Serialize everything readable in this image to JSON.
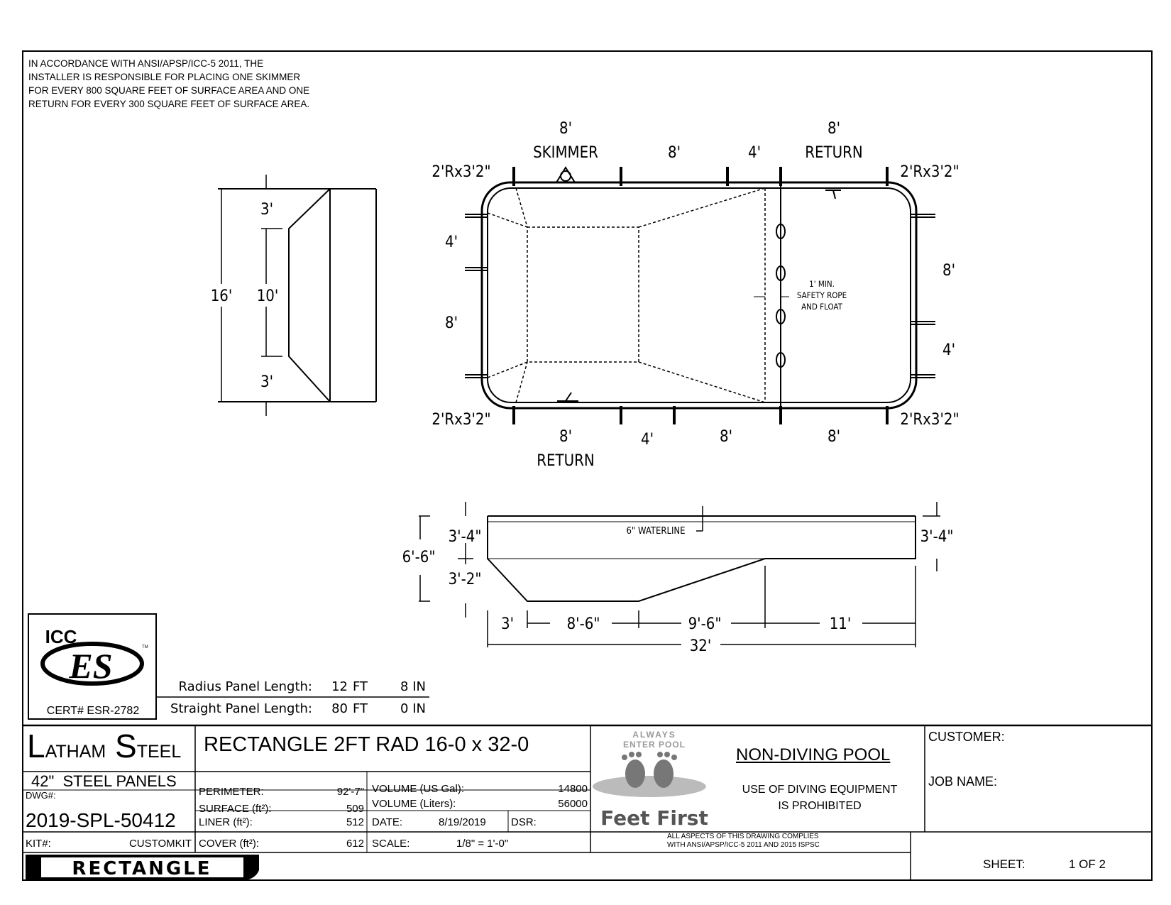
{
  "note": "IN ACCORDANCE WITH ANSI/APSP/ICC-5 2011, THE\nINSTALLER IS RESPONSIBLE FOR PLACING ONE SKIMMER\nFOR EVERY 800 SQUARE FEET OF SURFACE AREA AND ONE\nRETURN FOR EVERY 300 SQUARE FEET OF SURFACE AREA.",
  "width_view": {
    "total": "16'",
    "top": "3'",
    "middle": "10'",
    "bottom": "3'"
  },
  "plan_view": {
    "top_labels": [
      "8'",
      "SKIMMER",
      "8'",
      "4'",
      "8'",
      "RETURN"
    ],
    "bottom_labels": [
      "8'",
      "RETURN",
      "4'",
      "8'",
      "8'"
    ],
    "corner_radius": "2'Rx3'2\"",
    "left_labels": [
      "4'",
      "8'"
    ],
    "right_labels": [
      "8'",
      "4'"
    ],
    "rope_note": [
      "1' MIN.",
      "SAFETY ROPE",
      "AND FLOAT"
    ]
  },
  "profile_view": {
    "total_depth": "6'-6\"",
    "shallow_depth": "3'-4\"",
    "deep_extra": "3'-2\"",
    "right_depth": "3'-4\"",
    "waterline": "6\" WATERLINE",
    "segments": [
      "3'",
      "8'-6\"",
      "9'-6\"",
      "11'"
    ],
    "total_length": "32'"
  },
  "cert": {
    "logo_top": "ICC",
    "logo_main": "ES",
    "tm": "TM",
    "cert_no": "CERT# ESR-2782"
  },
  "panels": [
    {
      "label": "Radius Panel Length:",
      "ft": "12",
      "ft_unit": "FT",
      "in": "8 IN"
    },
    {
      "label": "Straight Panel Length:",
      "ft": "80",
      "ft_unit": "FT",
      "in": "0 IN"
    }
  ],
  "title_block": {
    "brand_l": "L",
    "brand_atham": "ATHAM",
    "brand_s": "S",
    "brand_teel": "TEEL",
    "title": "RECTANGLE 2FT RAD 16-0 x 32-0",
    "panels": "42\"  STEEL PANELS",
    "dwg_label": "DWG#:",
    "dwg_no": "2019-SPL-50412",
    "kit_label": "KIT#:",
    "kit_value": "CUSTOMKIT",
    "rect_badge": "RECTANGLE",
    "perimeter_label": "PERIMETER:",
    "perimeter": "92'-7\"",
    "surface_label": "SURFACE (ft²):",
    "surface": "509",
    "liner_label": "LINER (ft²):",
    "liner": "512",
    "cover_label": "COVER (ft²):",
    "cover": "612",
    "vol_gal_label": "VOLUME (US Gal):",
    "vol_gal": "14800",
    "vol_l_label": "VOLUME (Liters):",
    "vol_l": "56000",
    "date_label": "DATE:",
    "date": "8/19/2019",
    "dsr_label": "DSR:",
    "scale_label": "SCALE:",
    "scale": "1/8\" = 1'-0\"",
    "feet_first_top": "ALWAYS",
    "feet_first_mid": "ENTER POOL",
    "feet_first": "Feet First",
    "non_diving": "NON-DIVING POOL",
    "diving_warning_1": "USE OF DIVING EQUIPMENT",
    "diving_warning_2": "IS PROHIBITED",
    "compliance_1": "ALL ASPECTS OF THIS DRAWING COMPLIES",
    "compliance_2": "WITH ANSI/APSP/ICC-5 2011 AND 2015 ISPSC",
    "customer_label": "CUSTOMER:",
    "job_label": "JOB NAME:",
    "sheet_label": "SHEET:",
    "sheet": "1 OF 2"
  }
}
